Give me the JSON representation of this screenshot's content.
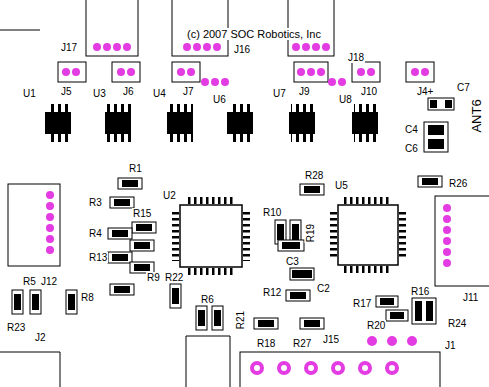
{
  "diagram": {
    "labels": [
      "(c) 2007 SOC Robotics, Inc",
      "J17",
      "J16",
      "J18",
      "J5",
      "J6",
      "J7",
      "J9",
      "J10",
      "J4+",
      "U1",
      "U3",
      "U4",
      "U6",
      "U7",
      "U8",
      "C7",
      "ANT6",
      "C4",
      "C6",
      "R26",
      "R1",
      "R3",
      "R15",
      "U2",
      "R28",
      "U5",
      "R10",
      "R19",
      "R4",
      "R13",
      "R9",
      "R22",
      "C3",
      "R5",
      "J12",
      "R8",
      "R6",
      "R12",
      "C2",
      "R17",
      "R16",
      "R21",
      "R24",
      "R20",
      "J15",
      "R18",
      "R27",
      "J1",
      "J2",
      "R23",
      "J11"
    ]
  }
}
